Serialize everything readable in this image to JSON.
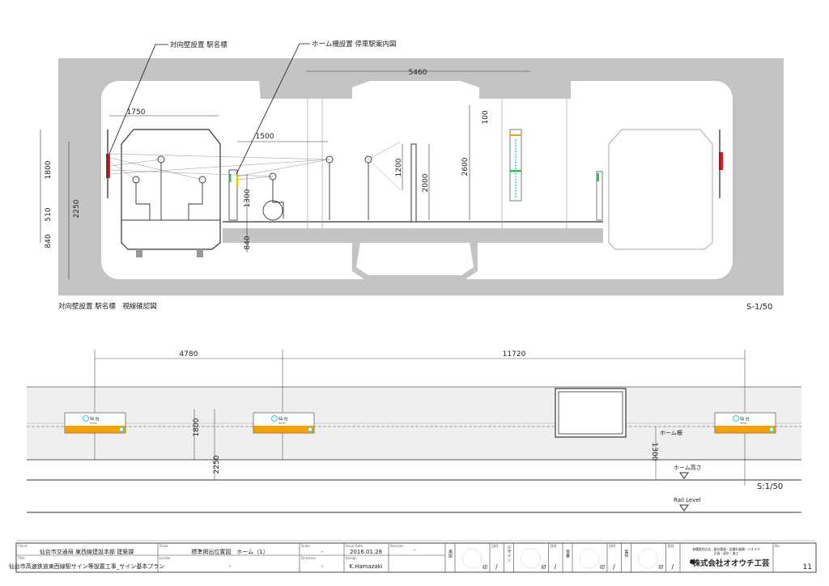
{
  "section": {
    "callout_left": "対向壁設置 駅名標",
    "callout_right": "ホーム柵設置 停車駅案内図",
    "caption": "対向壁設置 駅名標　視線確認図",
    "scale": "S-1/50",
    "dimensions": {
      "width_5460": "5460",
      "d1750": "1750",
      "d1500": "1500",
      "d100": "100",
      "d1200": "1200",
      "d2000": "2000",
      "d2600": "2600",
      "d1800": "1800",
      "d510": "510",
      "d2250": "2250",
      "d840_left": "840",
      "d1300": "1300",
      "d840_right": "840"
    }
  },
  "elevation": {
    "dims": {
      "d4780": "4780",
      "d11720": "11720",
      "d1800": "1800",
      "d2250": "2250",
      "d1300": "1300"
    },
    "labels": {
      "platform_fence": "ホーム柵",
      "platform_height": "ホーム高さ",
      "rail_level": "Rail Level"
    },
    "scale": "S:1/50",
    "sign": {
      "station_name": "仙 台",
      "station_romaji": "Sendai",
      "accent_color": "#f5a100",
      "ring_color": "#2ad4e0"
    }
  },
  "title_block": {
    "client_label": "Client",
    "client": "仙台市交通局 東西線建設本部 建築課",
    "title_label": "Title",
    "title": "仙台市高速鉄道東西線駅サイン等設置工事_サイン基本プラン",
    "draw_label": "Draw",
    "draw": "標準掲出位置図　ホーム（1）",
    "locate_label": "Locate",
    "locate": "-",
    "scale_label": "Scale",
    "scale": "-",
    "direction_label": "Direction",
    "direction": "-",
    "issue_label": "Issue Date",
    "issue_date": "2016.01.28",
    "design_label": "Design",
    "designer": "K.Hamazaki",
    "revision_label": "Revision",
    "revision": "-",
    "approvals": [
      {
        "role": "承認",
        "seal": "印",
        "date_label": "日付",
        "date": "/"
      },
      {
        "role": "デザイン",
        "seal": "印",
        "date_label": "日付",
        "date": "/"
      },
      {
        "role": "営業",
        "seal": "印",
        "date_label": "日付",
        "date": "/"
      },
      {
        "role": "製作",
        "seal": "印",
        "date_label": "日付",
        "date": "/"
      }
    ],
    "company_tagline_1": "各種案内広告・屋外看板・店舗什器類・ジオラマ",
    "company_tagline_2": "企画・設計・施工",
    "company_name": "株式会社オオウチ工芸",
    "no_label": "No.",
    "sheet_no": "11"
  }
}
